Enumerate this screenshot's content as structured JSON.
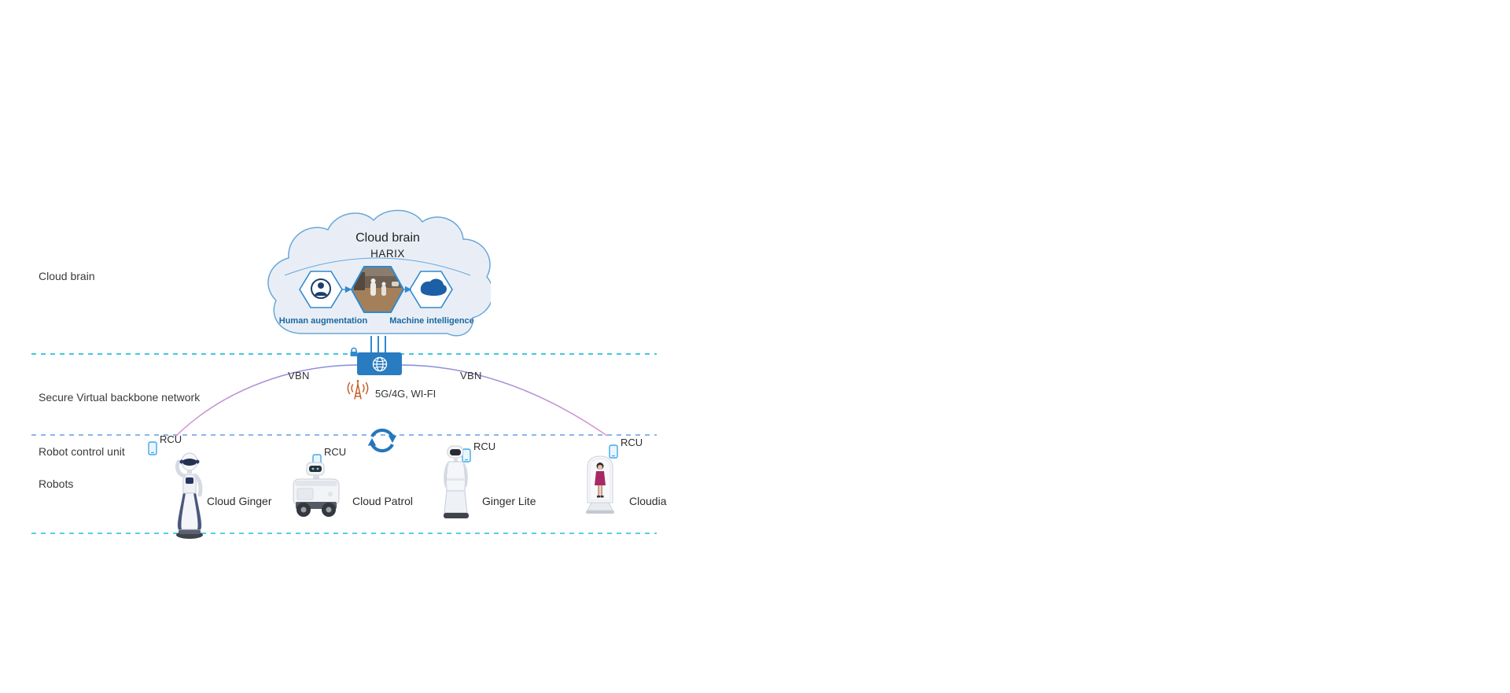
{
  "diagram": {
    "side_labels": {
      "cloud_brain": "Cloud brain",
      "secure_network": "Secure Virtual backbone network",
      "robot_control_unit": "Robot control unit",
      "robots": "Robots"
    },
    "cloud": {
      "title": "Cloud brain",
      "subtitle": "HARIX",
      "human_augmentation": "Human augmentation",
      "machine_intelligence": "Machine intelligence"
    },
    "network": {
      "vbn_left": "VBN",
      "vbn_right": "VBN",
      "wireless": "5G/4G, WI-FI"
    },
    "robots": [
      {
        "rcu": "RCU",
        "name": "Cloud Ginger"
      },
      {
        "rcu": "RCU",
        "name": "Cloud Patrol"
      },
      {
        "rcu": "RCU",
        "name": "Ginger Lite"
      },
      {
        "rcu": "RCU",
        "name": "Cloudia"
      }
    ],
    "colors": {
      "cloud_fill": "#e9eef6",
      "cloud_stroke": "#69a7d8",
      "hex_stroke": "#2f8ad0",
      "icon_navy": "#1c3e6d",
      "router_blue": "#2a7cc0",
      "label_blue": "#19699f",
      "dotted_teal": "#41c9de",
      "dotted_blue": "#87b8ea",
      "dotted_cyan": "#55cfe2",
      "curve_purple": "#7b8ddb",
      "curve_pink": "#df97d2",
      "tower_orange": "#c4561f",
      "sync_blue": "#2577bb",
      "phone_blue": "#3fa9e8",
      "text_dark": "#333333"
    }
  }
}
